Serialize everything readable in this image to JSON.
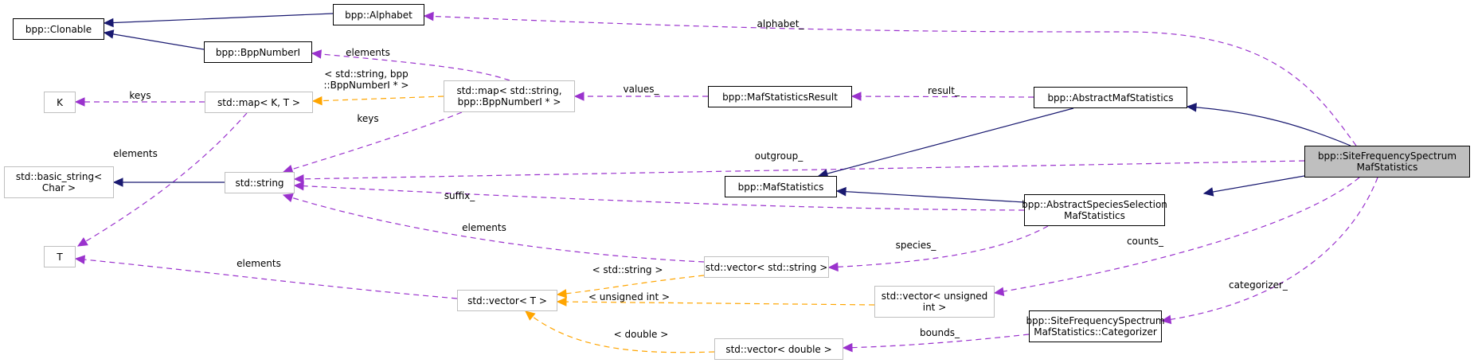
{
  "diagram": {
    "type": "doxygen-collaboration-graph",
    "colors": {
      "inheritance": "#191970",
      "usage": "#9a32cd",
      "template": "#ffa500",
      "focus_fill": "#bfbfbf",
      "external_border": "#bfbfbf"
    },
    "nodes": {
      "clonable": {
        "lines": [
          "bpp::Clonable"
        ]
      },
      "alphabet": {
        "lines": [
          "bpp::Alphabet"
        ]
      },
      "bppnumberi": {
        "lines": [
          "bpp::BppNumberI"
        ]
      },
      "k": {
        "lines": [
          "K"
        ]
      },
      "map_kt": {
        "lines": [
          "std::map< K, T >"
        ]
      },
      "map_string_bpp": {
        "lines": [
          "std::map< std::string,",
          "bpp::BppNumberI * >"
        ]
      },
      "result": {
        "lines": [
          "bpp::MafStatisticsResult"
        ]
      },
      "abstract_maf": {
        "lines": [
          "bpp::AbstractMafStatistics"
        ]
      },
      "basic_string": {
        "lines": [
          "std::basic_string<",
          "Char >"
        ]
      },
      "string": {
        "lines": [
          "std::string"
        ]
      },
      "maf_stats": {
        "lines": [
          "bpp::MafStatistics"
        ]
      },
      "sfs": {
        "lines": [
          "bpp::SiteFrequencySpectrum",
          "MafStatistics"
        ]
      },
      "abstract_species": {
        "lines": [
          "bpp::AbstractSpeciesSelection",
          "MafStatistics"
        ]
      },
      "t": {
        "lines": [
          "T"
        ]
      },
      "vector_string": {
        "lines": [
          "std::vector< std::string >"
        ]
      },
      "vector_t": {
        "lines": [
          "std::vector< T >"
        ]
      },
      "vector_uint": {
        "lines": [
          "std::vector< unsigned",
          "int >"
        ]
      },
      "vector_double": {
        "lines": [
          "std::vector< double >"
        ]
      },
      "categorizer": {
        "lines": [
          "bpp::SiteFrequencySpectrum",
          "MafStatistics::Categorizer"
        ]
      }
    },
    "edges": [
      {
        "from": "alphabet",
        "to": "clonable",
        "kind": "inheritance",
        "label": ""
      },
      {
        "from": "bppnumberi",
        "to": "clonable",
        "kind": "inheritance",
        "label": ""
      },
      {
        "from": "sfs",
        "to": "alphabet",
        "kind": "usage",
        "label": "alphabet_"
      },
      {
        "from": "map_string_bpp",
        "to": "bppnumberi",
        "kind": "usage",
        "label": "elements"
      },
      {
        "from": "map_kt",
        "to": "k",
        "kind": "usage",
        "label": "keys"
      },
      {
        "from": "map_string_bpp",
        "to": "map_kt",
        "kind": "template",
        "label": "< std::string, bpp\n::BppNumberI * >"
      },
      {
        "from": "result",
        "to": "map_string_bpp",
        "kind": "usage",
        "label": "values_"
      },
      {
        "from": "abstract_maf",
        "to": "result",
        "kind": "usage",
        "label": "result_"
      },
      {
        "from": "map_string_bpp",
        "to": "string",
        "kind": "usage",
        "label": "keys"
      },
      {
        "from": "map_kt",
        "to": "t",
        "kind": "usage",
        "label": "elements"
      },
      {
        "from": "string",
        "to": "basic_string",
        "kind": "inheritance",
        "label": ""
      },
      {
        "from": "sfs",
        "to": "string",
        "kind": "usage",
        "label": "outgroup_"
      },
      {
        "from": "abstract_species",
        "to": "string",
        "kind": "usage",
        "label": "suffix_"
      },
      {
        "from": "vector_string",
        "to": "string",
        "kind": "usage",
        "label": "elements"
      },
      {
        "from": "abstract_maf",
        "to": "maf_stats",
        "kind": "inheritance",
        "label": ""
      },
      {
        "from": "abstract_species",
        "to": "maf_stats",
        "kind": "inheritance",
        "label": ""
      },
      {
        "from": "sfs",
        "to": "abstract_maf",
        "kind": "inheritance",
        "label": ""
      },
      {
        "from": "sfs",
        "to": "abstract_species",
        "kind": "inheritance",
        "label": ""
      },
      {
        "from": "vector_t",
        "to": "t",
        "kind": "usage",
        "label": "elements"
      },
      {
        "from": "abstract_species",
        "to": "vector_string",
        "kind": "usage",
        "label": "species_"
      },
      {
        "from": "vector_string",
        "to": "vector_t",
        "kind": "template",
        "label": "< std::string >"
      },
      {
        "from": "vector_uint",
        "to": "vector_t",
        "kind": "template",
        "label": "< unsigned int >"
      },
      {
        "from": "vector_double",
        "to": "vector_t",
        "kind": "template",
        "label": "< double >"
      },
      {
        "from": "sfs",
        "to": "vector_uint",
        "kind": "usage",
        "label": "counts_"
      },
      {
        "from": "categorizer",
        "to": "vector_double",
        "kind": "usage",
        "label": "bounds_"
      },
      {
        "from": "sfs",
        "to": "categorizer",
        "kind": "usage",
        "label": "categorizer_"
      }
    ]
  }
}
